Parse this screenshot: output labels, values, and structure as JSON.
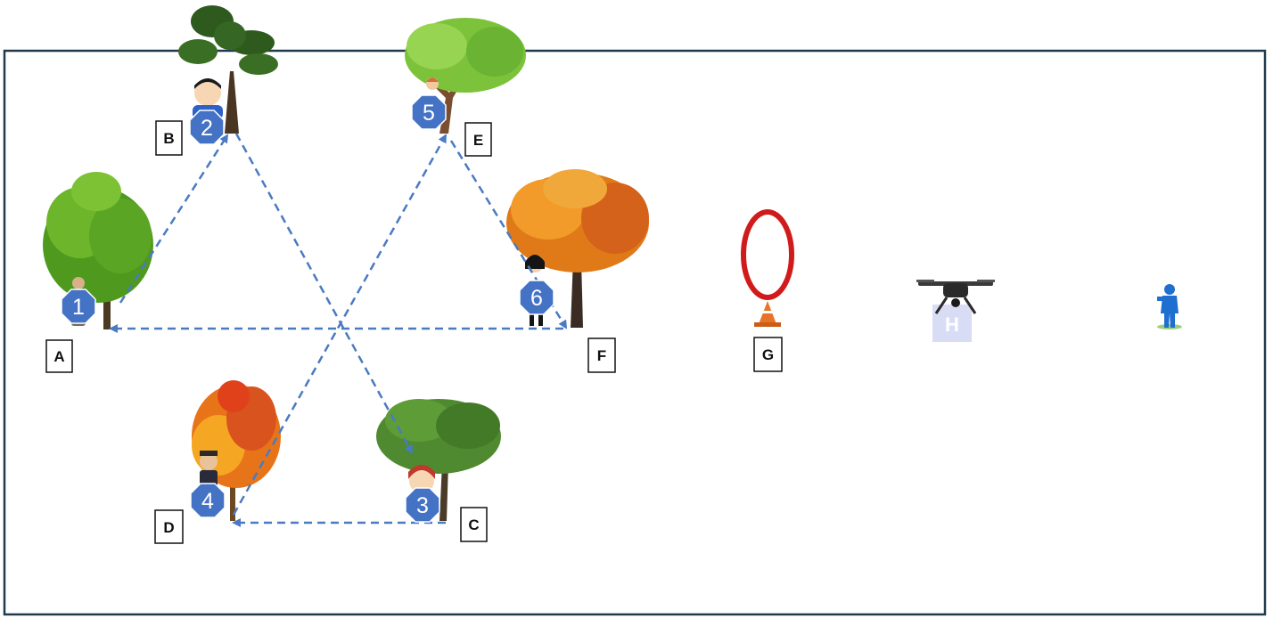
{
  "stations": [
    {
      "letter": "A",
      "number": "1",
      "tree": "green-oak"
    },
    {
      "letter": "B",
      "number": "2",
      "tree": "pine"
    },
    {
      "letter": "C",
      "number": "3",
      "tree": "green-tree"
    },
    {
      "letter": "D",
      "number": "4",
      "tree": "autumn-tree"
    },
    {
      "letter": "E",
      "number": "5",
      "tree": "light-green-tree"
    },
    {
      "letter": "F",
      "number": "6",
      "tree": "autumn-oak"
    }
  ],
  "hoop_station": {
    "letter": "G",
    "icon": "hoop-cone-icon"
  },
  "drone": {
    "pad_label": "H",
    "icon": "drone-icon"
  },
  "operator": {
    "icon": "operator-icon"
  },
  "colors": {
    "border": "#1f3b4d",
    "arrow": "#4a7ac2",
    "badge": "#4472c4",
    "hoop": "#d11a1a",
    "cone": "#e8742a",
    "pad": "#d9dcf5",
    "operator": "#1f6fd1"
  }
}
